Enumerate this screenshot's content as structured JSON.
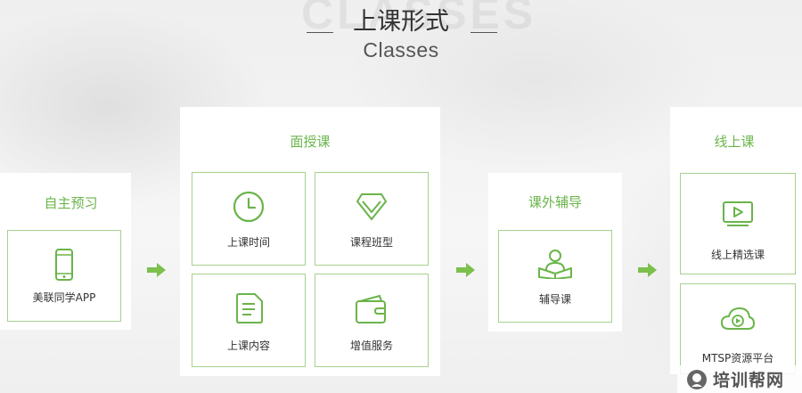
{
  "header": {
    "watermark": "CLASSES",
    "title": "上课形式",
    "subtitle": "Classes"
  },
  "accent_color": "#6ab44a",
  "border_color": "#a6d18e",
  "panels": {
    "self_study": {
      "title": "自主预习",
      "cards": [
        {
          "label": "美联同学APP",
          "icon": "smartphone-icon"
        }
      ]
    },
    "face_to_face": {
      "title": "面授课",
      "cards": [
        {
          "label": "上课时间",
          "icon": "clock-icon"
        },
        {
          "label": "课程班型",
          "icon": "diamond-icon"
        },
        {
          "label": "上课内容",
          "icon": "document-icon"
        },
        {
          "label": "增值服务",
          "icon": "wallet-icon"
        }
      ]
    },
    "extracurricular": {
      "title": "课外辅导",
      "cards": [
        {
          "label": "辅导课",
          "icon": "tutor-reading-icon"
        }
      ]
    },
    "online": {
      "title": "线上课",
      "cards": [
        {
          "label": "线上精选课",
          "icon": "video-player-icon"
        },
        {
          "label": "MTSP资源平台",
          "icon": "cloud-play-icon"
        }
      ]
    }
  },
  "watermark_logo": {
    "text": "培训帮网",
    "icon": "brand-logo-icon"
  }
}
